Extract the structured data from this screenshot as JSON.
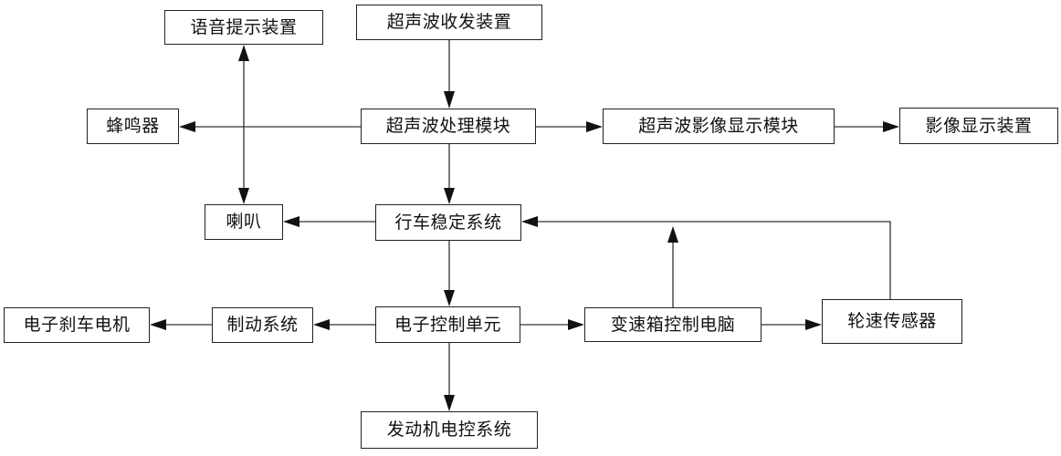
{
  "nodes": {
    "voice_prompt": "语音提示装置",
    "ultrasonic_transceiver": "超声波收发装置",
    "buzzer": "蜂鸣器",
    "ultrasonic_processing": "超声波处理模块",
    "ultrasonic_image_display_module": "超声波影像显示模块",
    "image_display_device": "影像显示装置",
    "horn": "喇叭",
    "stability_system": "行车稳定系统",
    "electronic_brake_motor": "电子刹车电机",
    "brake_system": "制动系统",
    "ecu": "电子控制单元",
    "transmission_computer": "变速箱控制电脑",
    "wheel_speed_sensor": "轮速传感器",
    "engine_control": "发动机电控系统"
  }
}
